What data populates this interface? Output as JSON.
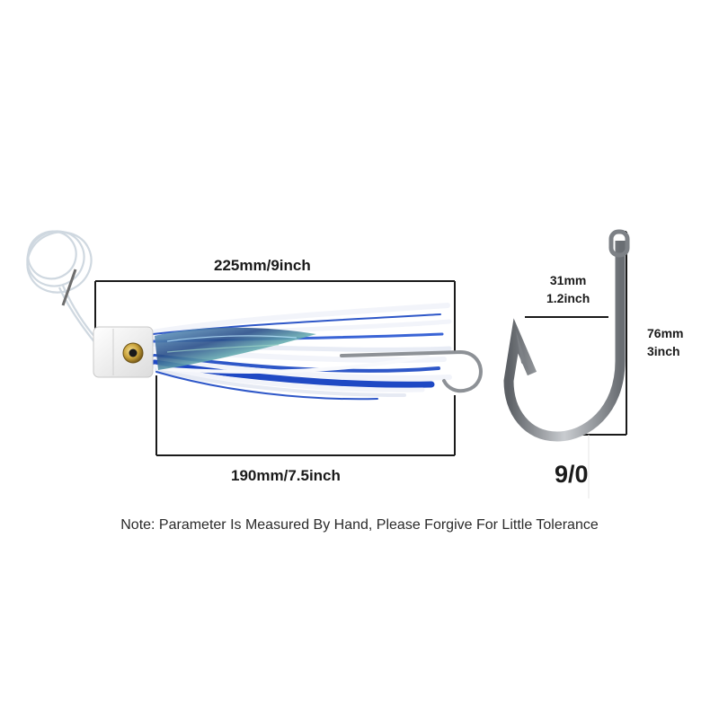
{
  "lure": {
    "overall_length_label": "225mm/9inch",
    "skirt_length_label": "190mm/7.5inch"
  },
  "hook": {
    "gap_mm": "31mm",
    "gap_inch": "1.2inch",
    "length_mm": "76mm",
    "length_inch": "3inch",
    "size": "9/0"
  },
  "note": "Note: Parameter Is Measured By Hand, Please Forgive For Little Tolerance",
  "colors": {
    "skirt_blue": "#2e57c8",
    "skirt_white": "#f2f4fa",
    "head_white": "#f4f4f4",
    "eye_gold": "#c9a23a",
    "hook_steel": "#8d9196",
    "measure_line": "#1a1a1a"
  },
  "icons": {
    "lure": "trolling-lure-icon",
    "hook": "fishing-hook-icon",
    "leader": "leader-line-icon"
  }
}
